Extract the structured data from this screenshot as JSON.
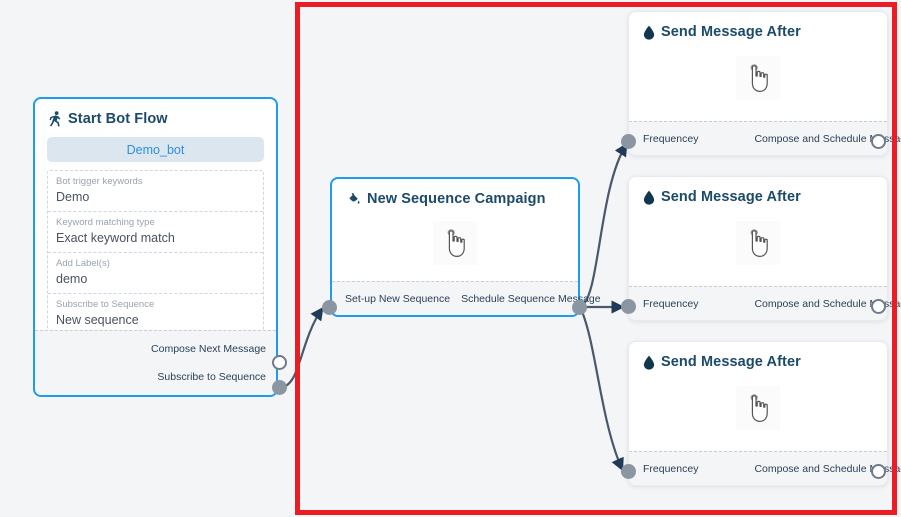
{
  "canvas": {
    "background_color": "#f4f5f7",
    "highlight_color": "#ec1c24",
    "accent_color": "#1e9bf0",
    "edge_color": "#49596b",
    "port_filled_color": "#8b96a3"
  },
  "nodes": {
    "start_bot_flow": {
      "title": "Start Bot Flow",
      "icon": "running-person-icon",
      "bot_name": "Demo_bot",
      "fields": [
        {
          "label": "Bot trigger keywords",
          "value": "Demo"
        },
        {
          "label": "Keyword matching type",
          "value": "Exact keyword match"
        },
        {
          "label": "Add Label(s)",
          "value": "demo"
        },
        {
          "label": "Subscribe to Sequence",
          "value": "New sequence"
        }
      ],
      "outputs": [
        {
          "label": "Compose Next Message",
          "port": "hollow"
        },
        {
          "label": "Subscribe to Sequence",
          "port": "filled"
        }
      ]
    },
    "new_sequence_campaign": {
      "title": "New Sequence Campaign",
      "icon": "sequence-campaign-icon",
      "body_icon": "hand-pointer-icon",
      "input_label": "Set-up New Sequence",
      "output_label": "Schedule Sequence Message"
    },
    "send_message_cards": [
      {
        "title": "Send Message After",
        "icon": "droplet-icon",
        "body_icon": "hand-pointer-icon",
        "input_label": "Frequencey",
        "output_label": "Compose and Schedule Message"
      },
      {
        "title": "Send Message After",
        "icon": "droplet-icon",
        "body_icon": "hand-pointer-icon",
        "input_label": "Frequencey",
        "output_label": "Compose and Schedule Message"
      },
      {
        "title": "Send Message After",
        "icon": "droplet-icon",
        "body_icon": "hand-pointer-icon",
        "input_label": "Frequencey",
        "output_label": "Compose and Schedule Message"
      }
    ]
  }
}
